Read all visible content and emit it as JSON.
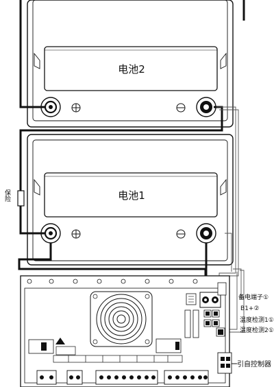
{
  "battery_top": {
    "label": "电池2"
  },
  "battery_bottom": {
    "label": "电池1"
  },
  "fuse": {
    "label": "保险"
  },
  "terminals": [
    {
      "label": "备电端子①"
    },
    {
      "label": "B1+②"
    },
    {
      "label": "温度检测1①"
    },
    {
      "label": "温度检测2①"
    }
  ],
  "controller_label": "引自控制器",
  "colors": {
    "line": "#111111",
    "thin": "#555555",
    "cell": "#ffffff"
  }
}
